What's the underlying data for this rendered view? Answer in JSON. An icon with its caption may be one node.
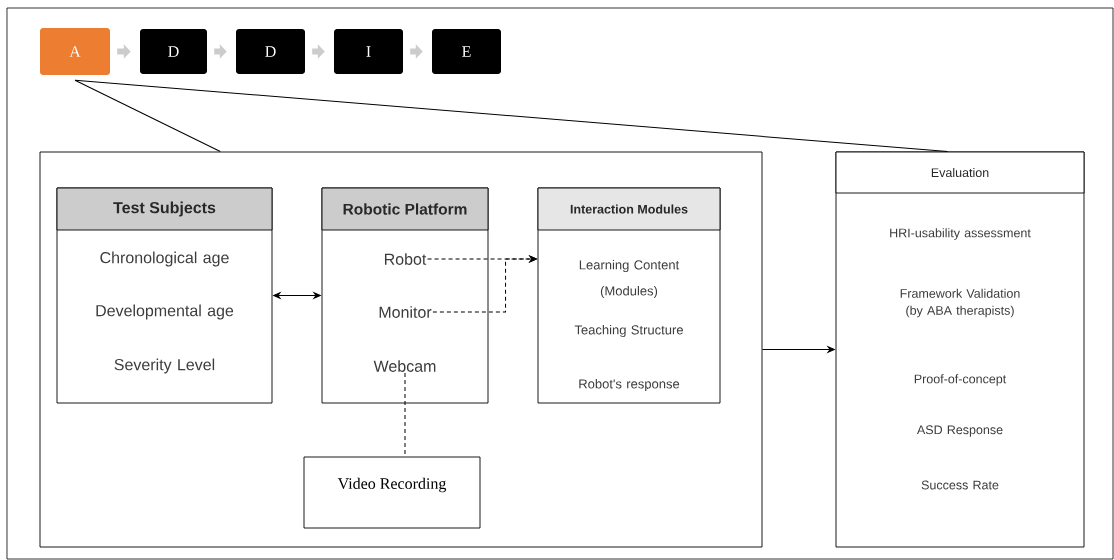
{
  "diagram": {
    "nodes": [
      {
        "text": [
          "A"
        ]
      },
      {
        "text": [
          "D"
        ]
      },
      {
        "text": [
          "D"
        ]
      },
      {
        "text": [
          "I"
        ]
      },
      {
        "text": [
          "E"
        ]
      },
      {
        "text": [],
        "shape": "box"
      },
      {
        "text": [
          "Test Subjects",
          "Chronological age",
          "Developmental age",
          "Severity Level"
        ],
        "in": 5
      },
      {
        "text": [
          "Robotic Platform"
        ],
        "in": 5
      },
      {
        "text": [
          "Robot"
        ],
        "in": 7
      },
      {
        "text": [
          "Monitor"
        ],
        "in": 7
      },
      {
        "text": [
          "Webcam"
        ],
        "in": 7
      },
      {
        "text": [
          "Interaction Modules",
          "Learning Content (Modules)",
          "Teaching Structure",
          "Robot's response"
        ],
        "in": 5
      },
      {
        "text": [
          "Video Recording"
        ],
        "in": 5
      },
      {
        "text": [
          "Evaluation",
          "HRI-usability assessment",
          "Framework Validation (by ABA therapists)",
          "Proof-of-concept",
          "ASD Response",
          "Success Rate"
        ]
      }
    ],
    "edges": [
      {
        "from": 0,
        "to": 1,
        "arrow": "to",
        "style": "thick",
        "color": "#cccccc"
      },
      {
        "from": 1,
        "to": 2,
        "arrow": "to",
        "style": "thick",
        "color": "#cccccc"
      },
      {
        "from": 2,
        "to": 3,
        "arrow": "to",
        "style": "thick",
        "color": "#cccccc"
      },
      {
        "from": 3,
        "to": 4,
        "arrow": "to",
        "style": "thick",
        "color": "#cccccc"
      },
      {
        "from": 0,
        "to": 5,
        "arrow": "none"
      },
      {
        "from": 0,
        "to": 13,
        "arrow": "none"
      },
      {
        "from": 6,
        "to": 7,
        "arrow": "both"
      },
      {
        "from": 8,
        "to": 11,
        "arrow": "to",
        "style": "dashed"
      },
      {
        "from": 9,
        "to": 11,
        "arrow": "to",
        "style": "dashed"
      },
      {
        "from": 10,
        "to": 12,
        "arrow": "none",
        "style": "dashed"
      },
      {
        "from": 5,
        "to": 13,
        "arrow": "to"
      }
    ]
  }
}
